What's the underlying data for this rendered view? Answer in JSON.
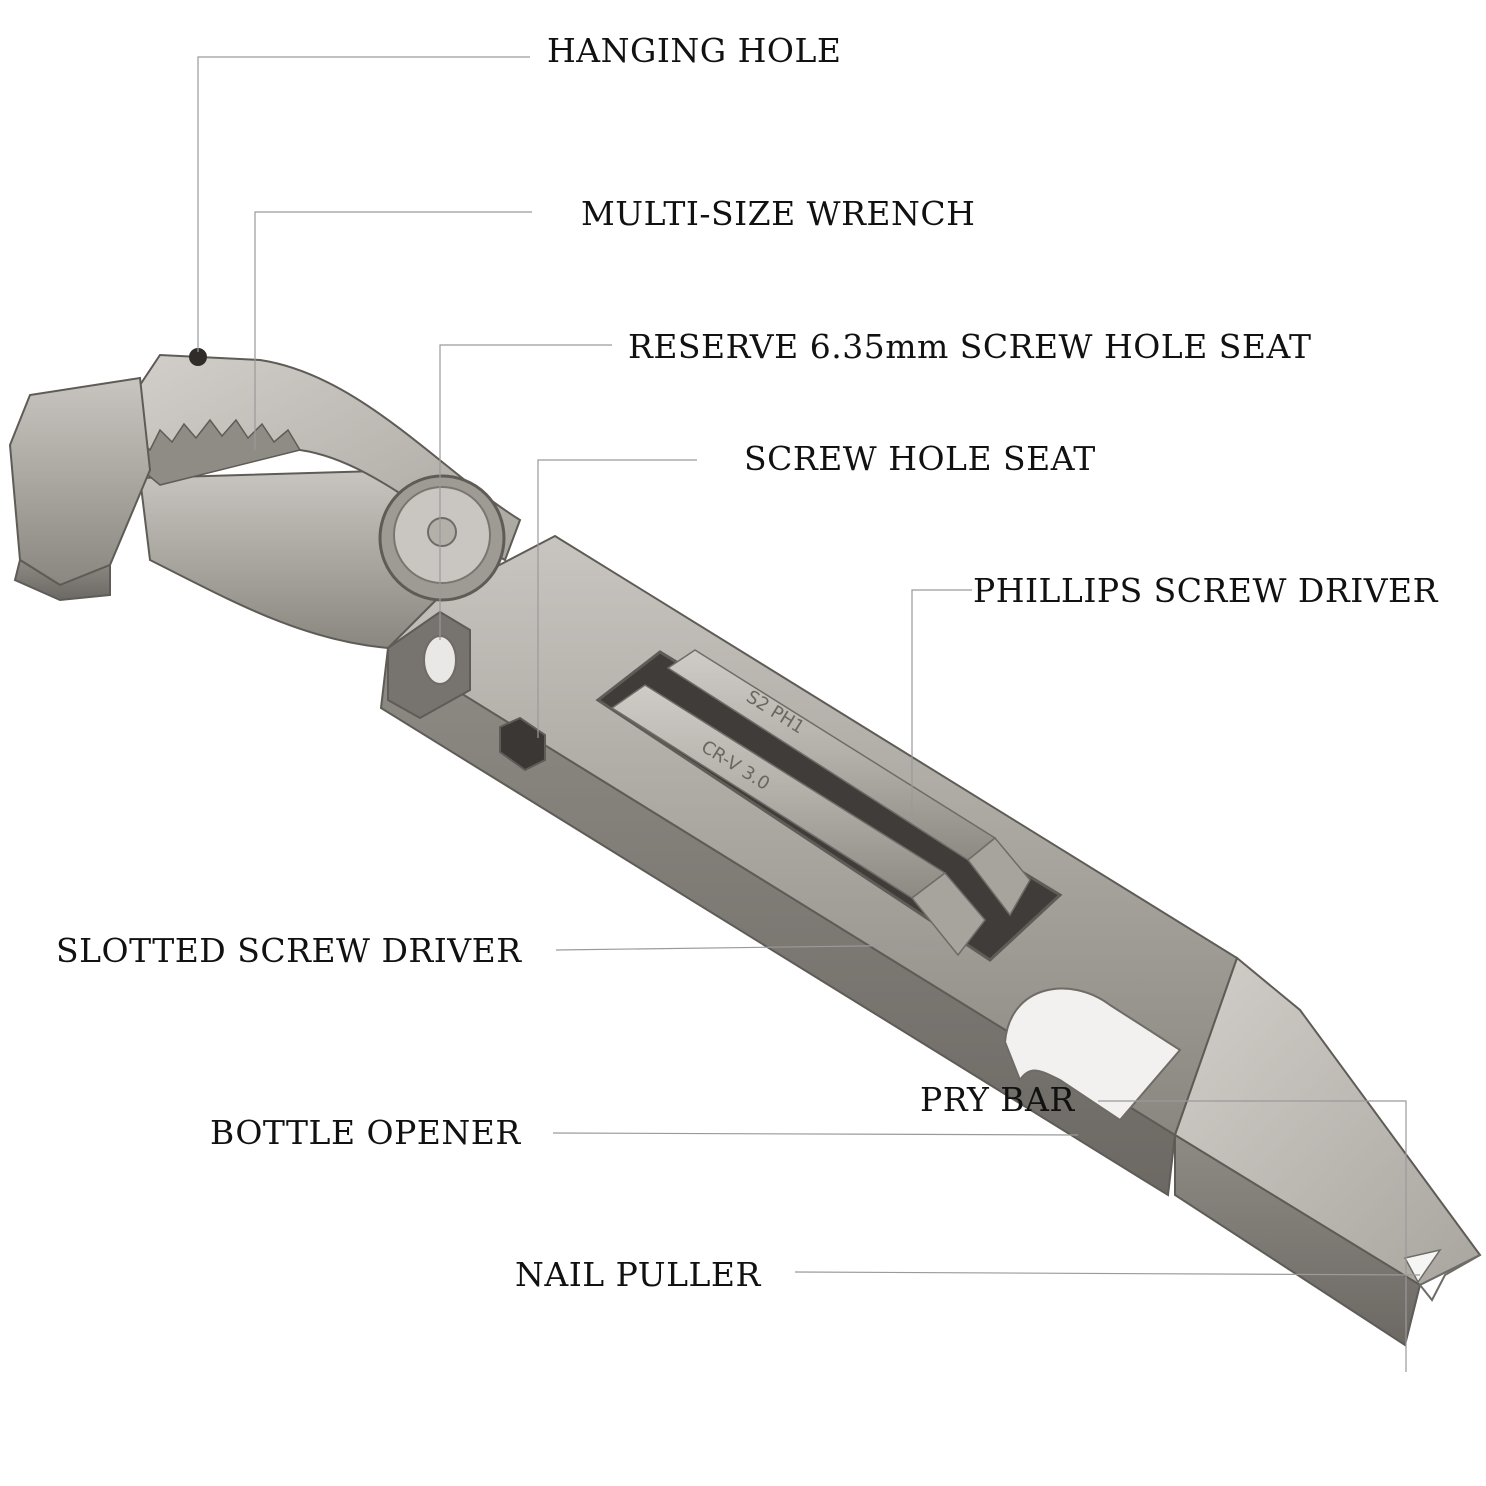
{
  "colors": {
    "metal_light": "#b9b6b1",
    "metal_mid": "#97938d",
    "metal_dark": "#5f5b56",
    "leader_line": "#9a9a9a",
    "label_text": "#111111"
  },
  "bit_engravings": {
    "bit1": "S2 PH1",
    "bit2": "CR-V 3.0"
  },
  "callouts": [
    {
      "id": "hanging-hole",
      "text": "HANGING HOLE"
    },
    {
      "id": "multi-size-wrench",
      "text": "MULTI-SIZE WRENCH"
    },
    {
      "id": "reserve-screw-hole-seat",
      "text": "RESERVE 6.35mm SCREW HOLE SEAT"
    },
    {
      "id": "screw-hole-seat",
      "text": "SCREW HOLE SEAT"
    },
    {
      "id": "phillips-screw-driver",
      "text": "PHILLIPS SCREW DRIVER"
    },
    {
      "id": "slotted-screw-driver",
      "text": "SLOTTED SCREW DRIVER"
    },
    {
      "id": "bottle-opener",
      "text": "BOTTLE OPENER"
    },
    {
      "id": "nail-puller",
      "text": "NAIL PULLER"
    },
    {
      "id": "pry-bar",
      "text": "PRY BAR"
    }
  ]
}
